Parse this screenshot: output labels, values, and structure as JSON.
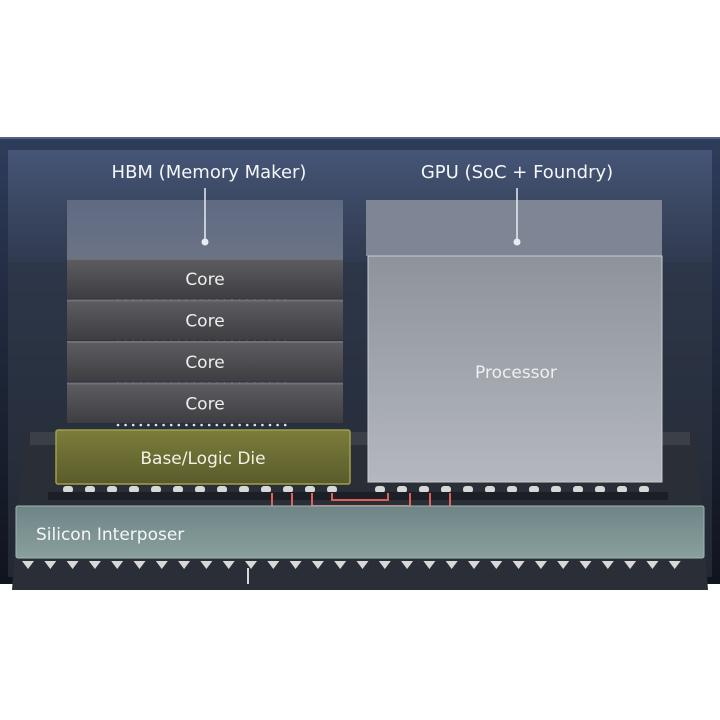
{
  "hbm_label": "HBM (Memory Maker)",
  "gpu_label": "GPU (SoC + Foundry)",
  "core_labels": [
    "Core",
    "Core",
    "Core",
    "Core"
  ],
  "base_die_label": "Base/Logic Die",
  "processor_label": "Processor",
  "interposer_label": "Silicon Interposer",
  "colors": {
    "background": "#141a26",
    "top_glow": "#3e4f72",
    "core_layer": "#4f4f52",
    "base_die": "#8a8a3c",
    "processor": "#a3a7ae",
    "interposer": "#7f9494",
    "routing_lines": "#e0605a",
    "bumps": "#d8d8d8"
  }
}
